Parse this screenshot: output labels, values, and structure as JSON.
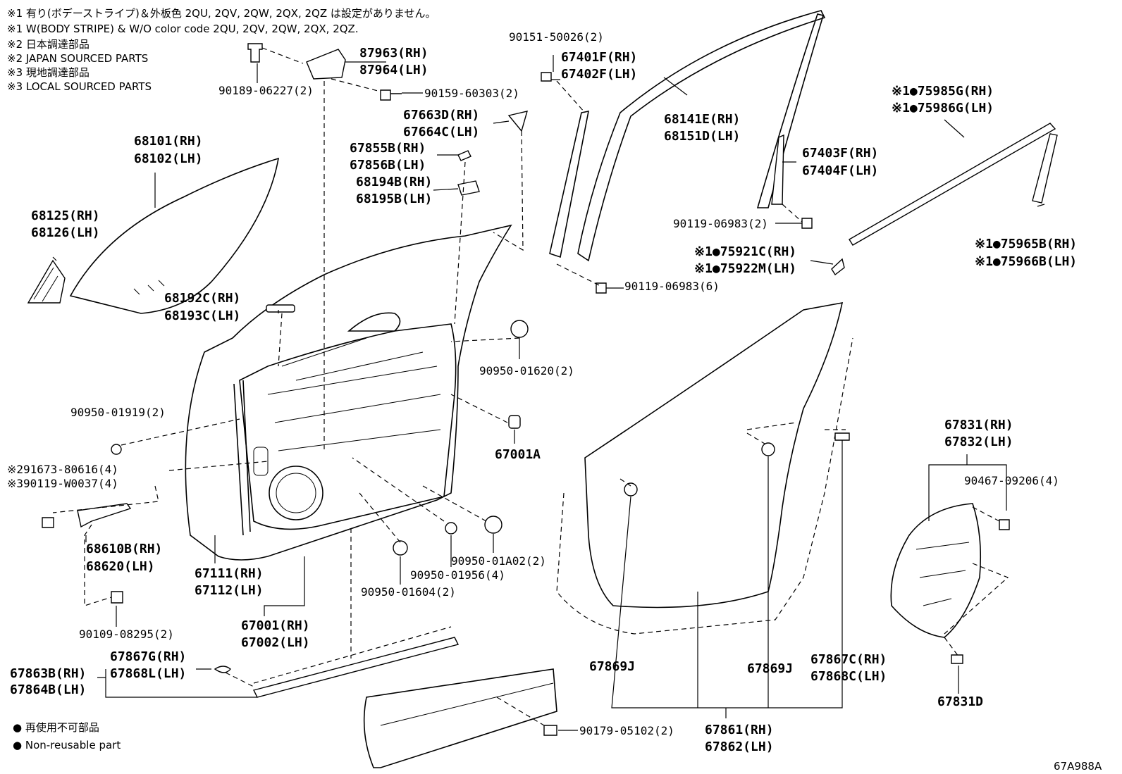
{
  "notes": [
    "※1 有り(ボデーストライプ)＆外板色 2QU, 2QV, 2QW, 2QX, 2QZ は設定がありません。",
    "※1 W(BODY STRIPE) & W/O color code 2QU, 2QV, 2QW, 2QX, 2QZ.",
    "※2 日本調達部品",
    "※2 JAPAN SOURCED PARTS",
    "※3 現地調達部品",
    "※3 LOCAL SOURCED PARTS"
  ],
  "legend": [
    "● 再使用不可部品",
    "● Non-reusable part"
  ],
  "diagram_id": "67A988A",
  "parts": {
    "p87963": "87963(RH)",
    "p87964": "87964(LH)",
    "p90189": "90189-06227(2)",
    "p90159": "90159-60303(2)",
    "p90151": "90151-50026(2)",
    "p67401": "67401F(RH)",
    "p67402": "67402F(LH)",
    "p68141": "68141E(RH)",
    "p68151": "68151D(LH)",
    "p67663": "67663D(RH)",
    "p67664": "67664C(LH)",
    "p67855": "67855B(RH)",
    "p67856": "67856B(LH)",
    "p68194": "68194B(RH)",
    "p68195": "68195B(LH)",
    "p67403": "67403F(RH)",
    "p67404": "67404F(LH)",
    "p90119a": "90119-06983(2)",
    "p75985": "※1●75985G(RH)",
    "p75986": "※1●75986G(LH)",
    "p75921": "※1●75921C(RH)",
    "p75922": "※1●75922M(LH)",
    "p75965": "※1●75965B(RH)",
    "p75966": "※1●75966B(LH)",
    "p90119b": "90119-06983(6)",
    "p68101": "68101(RH)",
    "p68102": "68102(LH)",
    "p68125": "68125(RH)",
    "p68126": "68126(LH)",
    "p68192": "68192C(RH)",
    "p68193": "68193C(LH)",
    "p90950a": "90950-01620(2)",
    "p90950b": "90950-01919(2)",
    "p67001a": "67001A",
    "p91673": "※291673-80616(4)",
    "p90119c": "※390119-W0037(4)",
    "p68610": "68610B(RH)",
    "p68620": "68620(LH)",
    "p67111": "67111(RH)",
    "p67112": "67112(LH)",
    "p90950c": "90950-01A02(2)",
    "p90950d": "90950-01956(4)",
    "p90950e": "90950-01604(2)",
    "p67001": "67001(RH)",
    "p67002": "67002(LH)",
    "p90109": "90109-08295(2)",
    "p67867g": "67867G(RH)",
    "p67868l": "67868L(LH)",
    "p67863": "67863B(RH)",
    "p67864": "67864B(LH)",
    "p90179": "90179-05102(2)",
    "p67869a": "67869J",
    "p67869b": "67869J",
    "p67867c": "67867C(RH)",
    "p67868c": "67868C(LH)",
    "p67861": "67861(RH)",
    "p67862": "67862(LH)",
    "p67831": "67831(RH)",
    "p67832": "67832(LH)",
    "p90467": "90467-09206(4)",
    "p67831d": "67831D"
  }
}
